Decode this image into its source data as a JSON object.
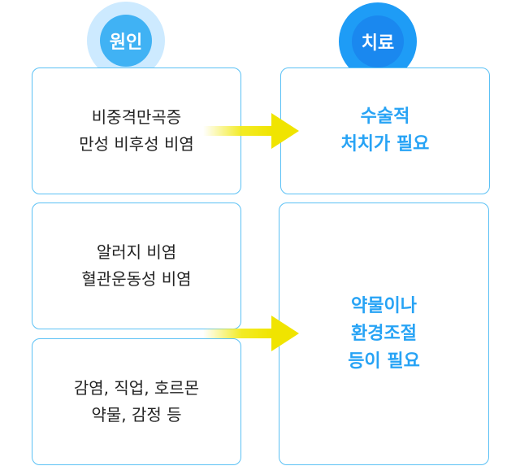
{
  "headers": {
    "cause": "원인",
    "treatment": "치료"
  },
  "causes": [
    {
      "lines": [
        "비중격만곡증",
        "만성 비후성 비염"
      ]
    },
    {
      "lines": [
        "알러지 비염",
        "혈관운동성 비염"
      ]
    },
    {
      "lines": [
        "감염, 직업, 호르몬",
        "약물, 감정 등"
      ]
    }
  ],
  "treatments": [
    {
      "lines": [
        "수술적",
        "처치가 필요"
      ]
    },
    {
      "lines": [
        "약물이나",
        "환경조절",
        "등이 필요"
      ]
    }
  ],
  "colors": {
    "badge_cause": "#40b2f4",
    "badge_cause_halo": "#cdeaff",
    "badge_treatment": "#1a88ef",
    "box_border": "#5bc1f5",
    "treatment_text": "#27a3f5",
    "arrow": "#f2ea1a"
  }
}
